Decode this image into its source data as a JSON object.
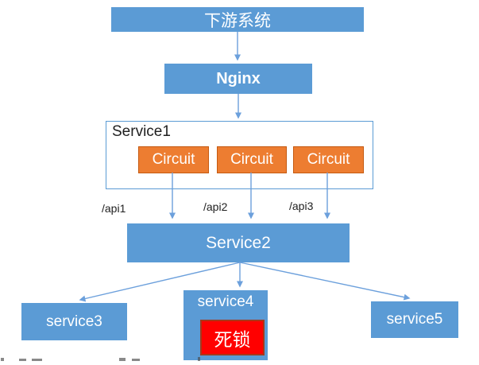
{
  "diagram": {
    "downstream_label": "下游系统",
    "nginx_label": "Nginx",
    "service1_label": "Service1",
    "circuit_labels": [
      "Circuit",
      "Circuit",
      "Circuit"
    ],
    "api_labels": [
      "/api1",
      "/api2",
      "/api3"
    ],
    "service2_label": "Service2",
    "service3_label": "service3",
    "service4_label": "service4",
    "service5_label": "service5",
    "deadlock_label": "死锁"
  },
  "colors": {
    "node_blue": "#5B9BD5",
    "circuit_orange": "#ED7D31",
    "circuit_border": "#C55A11",
    "deadlock_red": "#FF0000",
    "deadlock_border": "#A8371A",
    "connector_blue": "#6CA0DC",
    "text_white": "#FFFFFF",
    "text_black": "#1F1F1F"
  }
}
